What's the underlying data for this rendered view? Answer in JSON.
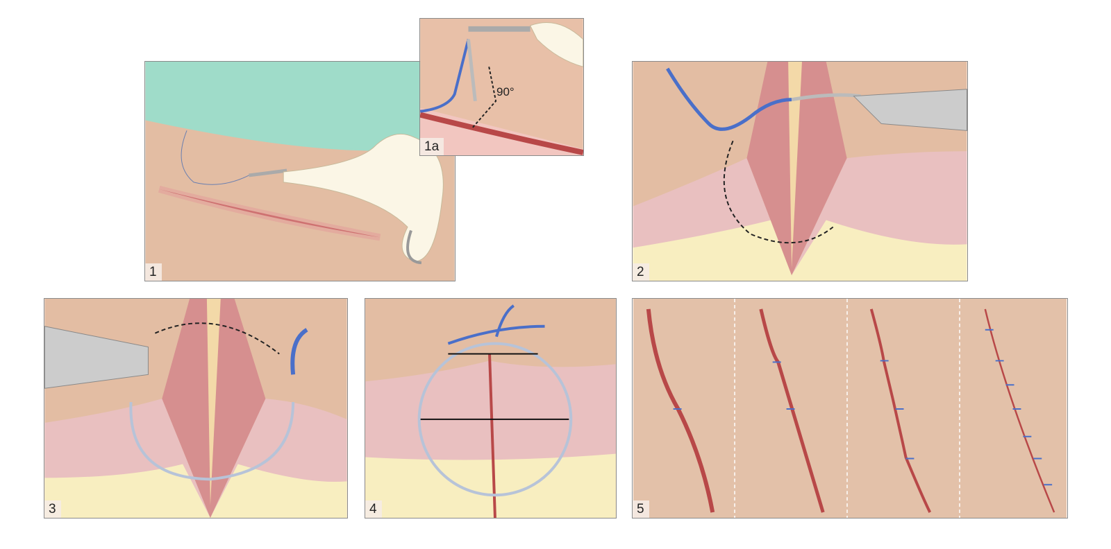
{
  "panels": [
    {
      "label": "1"
    },
    {
      "label": "1a",
      "angle": "90°"
    },
    {
      "label": "2"
    },
    {
      "label": "3"
    },
    {
      "label": "4"
    },
    {
      "label": "5"
    }
  ],
  "colors": {
    "skin": "#e6c2aa",
    "drape": "#9fdcc9",
    "dermis": "#e9c0c0",
    "fat": "#f8eec0",
    "wound": "#b84848",
    "suture": "#4a6fc9",
    "instrument": "#c8c8c8"
  }
}
